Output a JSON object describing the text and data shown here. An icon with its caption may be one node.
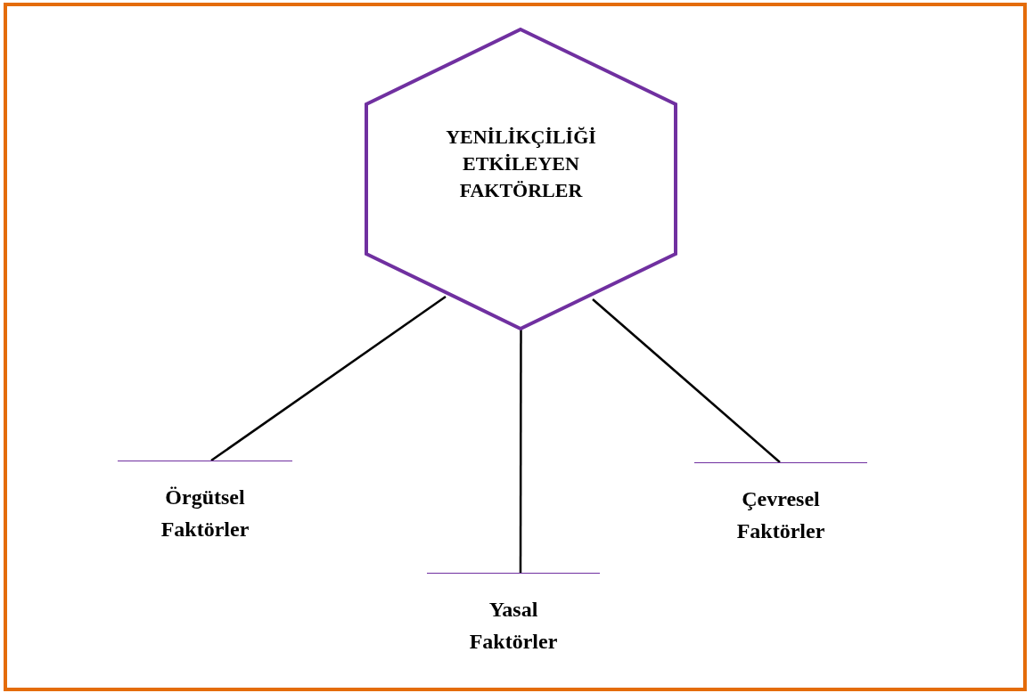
{
  "diagram": {
    "nodes": [
      {
        "text": [
          "YENİLİKÇİLİĞİ ETKİLEYEN FAKTÖRLER"
        ]
      },
      {
        "text": [
          "Örgütsel Faktörler"
        ]
      },
      {
        "text": [
          "Çevresel Faktörler"
        ]
      },
      {
        "text": [
          "Yasal Faktörler"
        ]
      }
    ],
    "edges": [
      {
        "from": 0,
        "to": 1,
        "arrow": "none"
      },
      {
        "from": 0,
        "to": 3,
        "arrow": "none"
      },
      {
        "from": 0,
        "to": 2,
        "arrow": "none"
      }
    ]
  }
}
